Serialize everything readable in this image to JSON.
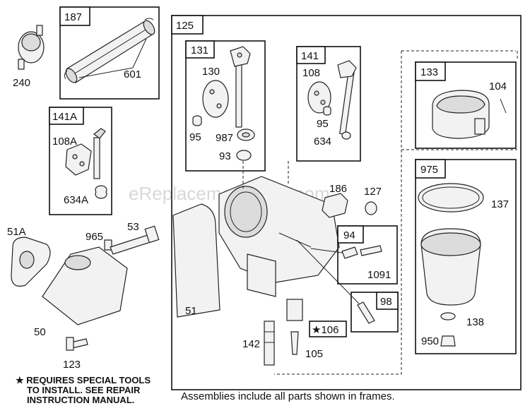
{
  "watermark": "eReplacementParts.com",
  "frames": {
    "f187": "187",
    "f141A": "141A",
    "f125": "125",
    "f131": "131",
    "f141": "141",
    "f133": "133",
    "f975": "975",
    "f94": "94",
    "f98": "98",
    "f106": "★106"
  },
  "parts": {
    "p240": "240",
    "p601": "601",
    "p108A": "108A",
    "p634A": "634A",
    "p130": "130",
    "p95a": "95",
    "p987": "987",
    "p93": "93",
    "p108": "108",
    "p95b": "95",
    "p634": "634",
    "p104": "104",
    "p137": "137",
    "p138": "138",
    "p950": "950",
    "p186": "186",
    "p127": "127",
    "p1091": "1091",
    "p51A": "51A",
    "p965": "965",
    "p53": "53",
    "p51": "51",
    "p50": "50",
    "p123": "123",
    "p142": "142",
    "p105": "105"
  },
  "notes": {
    "special_line1": "★ REQUIRES SPECIAL TOOLS",
    "special_line2": "TO INSTALL.  SEE REPAIR",
    "special_line3": "INSTRUCTION MANUAL.",
    "assemblies": "Assemblies include all parts shown in frames."
  }
}
